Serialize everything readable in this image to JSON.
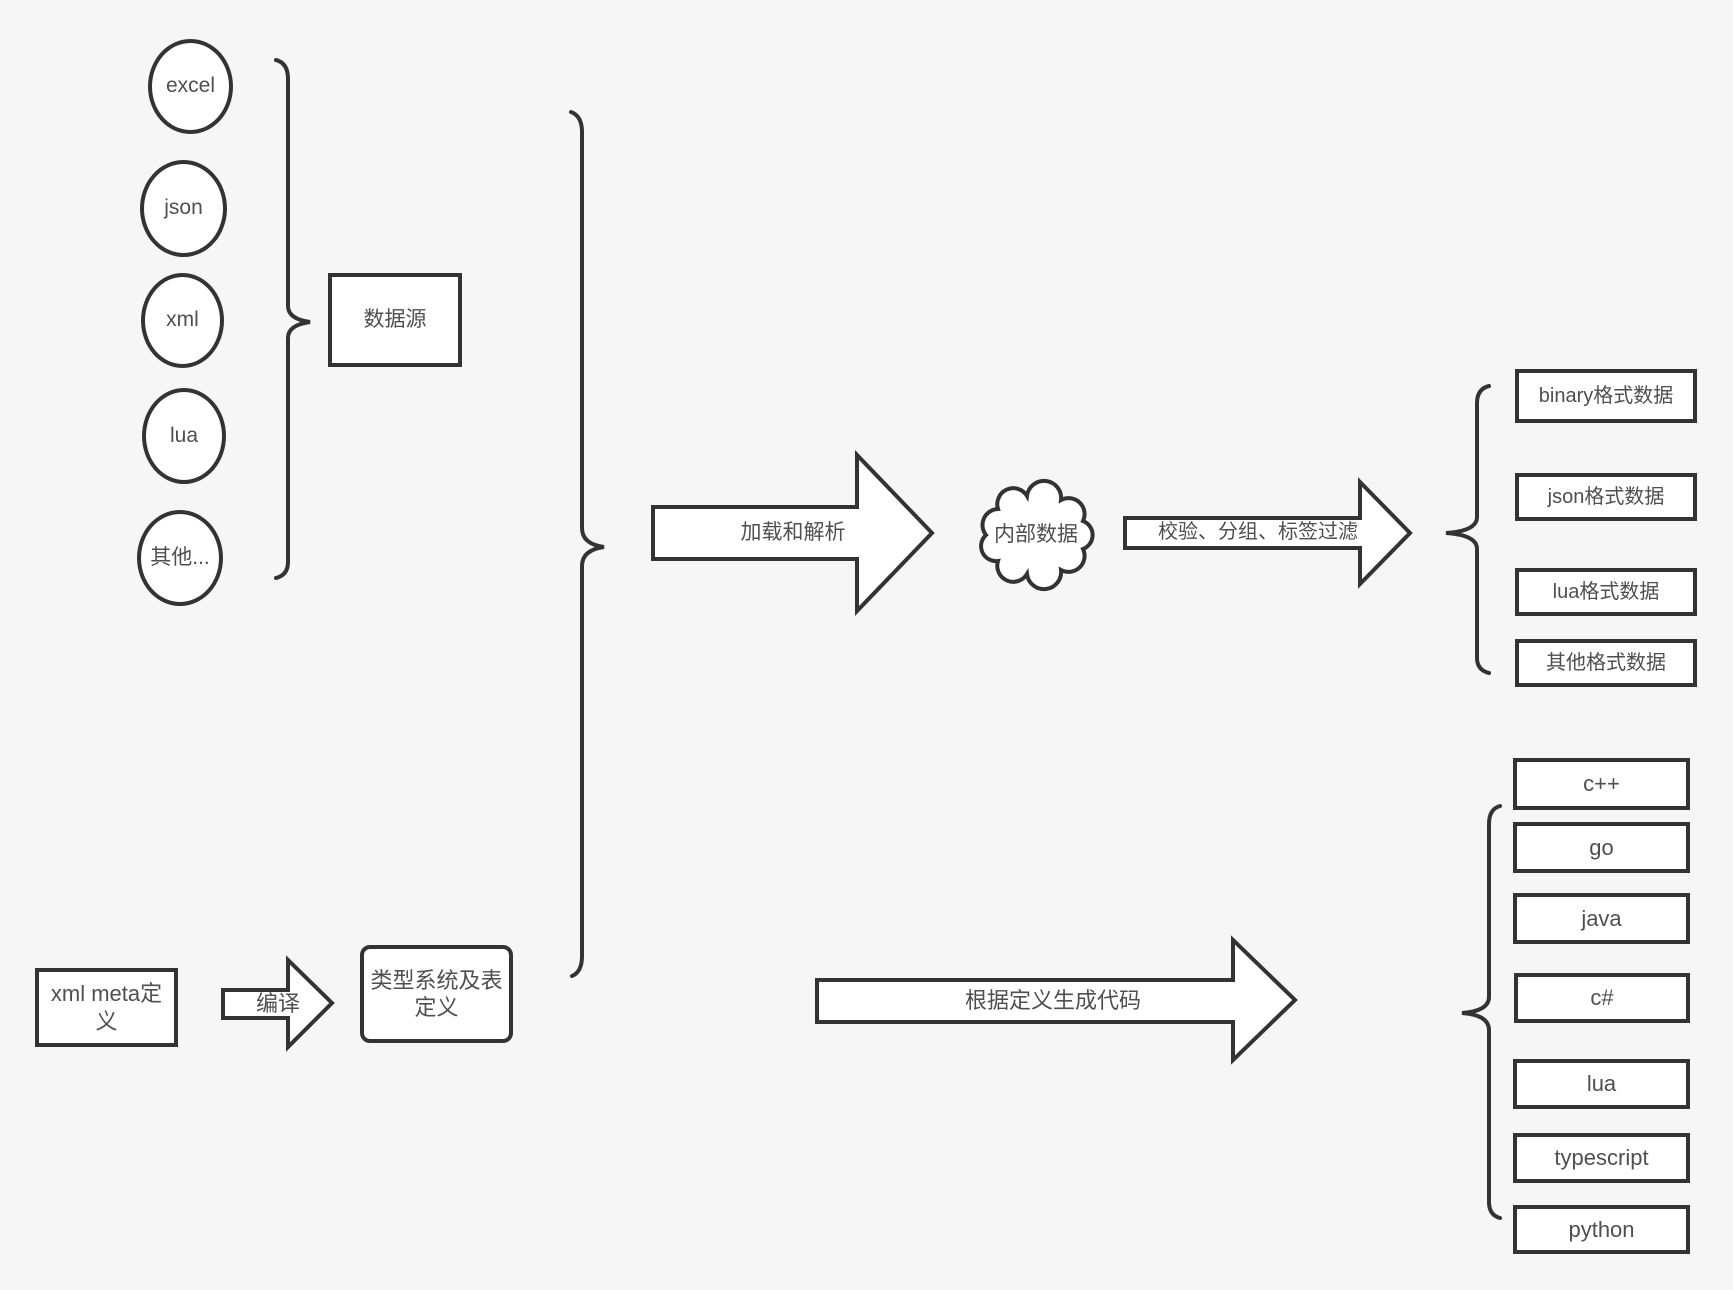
{
  "canvas": {
    "bg": "#f6f6f6",
    "stroke": "#333333",
    "text": "#4f4f4f",
    "fill": "#ffffff"
  },
  "sources": {
    "items": [
      "excel",
      "json",
      "xml",
      "lua",
      "其他..."
    ],
    "group_label": "数据源"
  },
  "pipeline": {
    "load_label": "加载和解析",
    "internal_label": "内部数据",
    "filter_label": "校验、分组、标签过滤"
  },
  "formats": {
    "items": [
      "binary格式数据",
      "json格式数据",
      "lua格式数据",
      "其他格式数据"
    ]
  },
  "definition": {
    "meta_label": "xml meta定义",
    "compile_label": "编译",
    "type_label": "类型系统及表定义",
    "codegen_label": "根据定义生成代码"
  },
  "languages": {
    "items": [
      "c++",
      "go",
      "java",
      "c#",
      "lua",
      "typescript",
      "python"
    ]
  }
}
